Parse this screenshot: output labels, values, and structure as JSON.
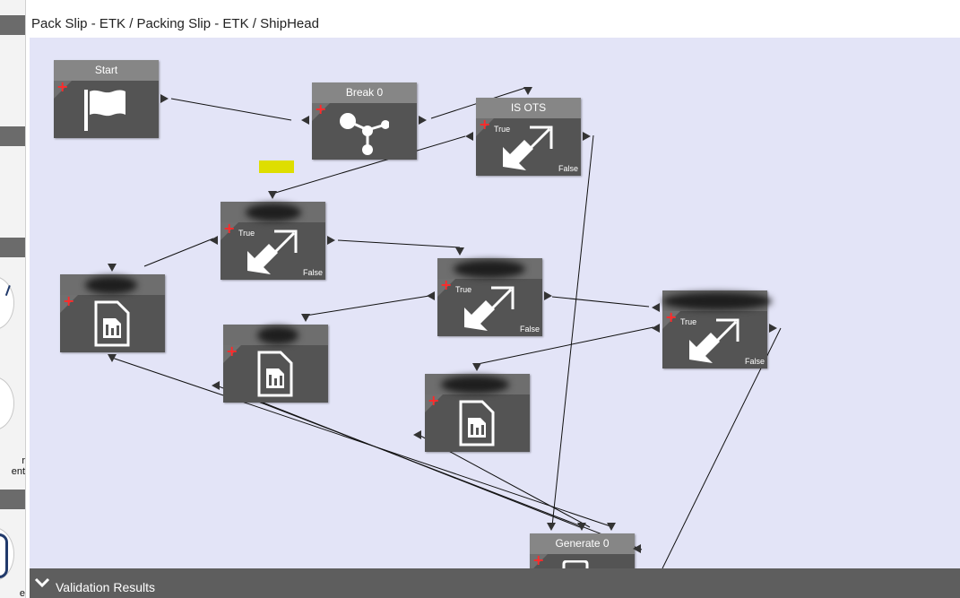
{
  "breadcrumb": "Pack Slip - ETK / Packing Slip - ETK / ShipHead",
  "left_panel": {
    "label_1_line1": "r",
    "label_1_line2": "ent",
    "label_2": "e"
  },
  "nodes": {
    "start": {
      "title": "Start",
      "icon": "flag-icon"
    },
    "break0": {
      "title": "Break 0",
      "icon": "break-branch-icon"
    },
    "is_ots": {
      "title": "IS OTS",
      "icon": "condition-arrows-icon",
      "true_label": "True",
      "false_label": "False"
    },
    "cond_a": {
      "title": "",
      "icon": "condition-arrows-icon",
      "true_label": "True",
      "false_label": "False"
    },
    "cond_b": {
      "title": "",
      "icon": "condition-arrows-icon",
      "true_label": "True",
      "false_label": "False"
    },
    "cond_c": {
      "title": "",
      "icon": "condition-arrows-icon",
      "true_label": "True",
      "false_label": "False"
    },
    "report_a": {
      "title": "",
      "icon": "report-document-icon"
    },
    "report_b": {
      "title": "",
      "icon": "report-document-icon"
    },
    "report_c": {
      "title": "",
      "icon": "report-document-icon"
    },
    "generate0": {
      "title": "Generate 0",
      "icon": "generate-icon"
    }
  },
  "validation": {
    "label": "Validation Results",
    "expanded": false
  },
  "colors": {
    "canvas": "#e3e4f7",
    "node_body": "#545454",
    "node_title": "#868686",
    "plus": "#ff2a2a",
    "marker": "#dede00",
    "bottom_bar": "#5e5e5e"
  }
}
